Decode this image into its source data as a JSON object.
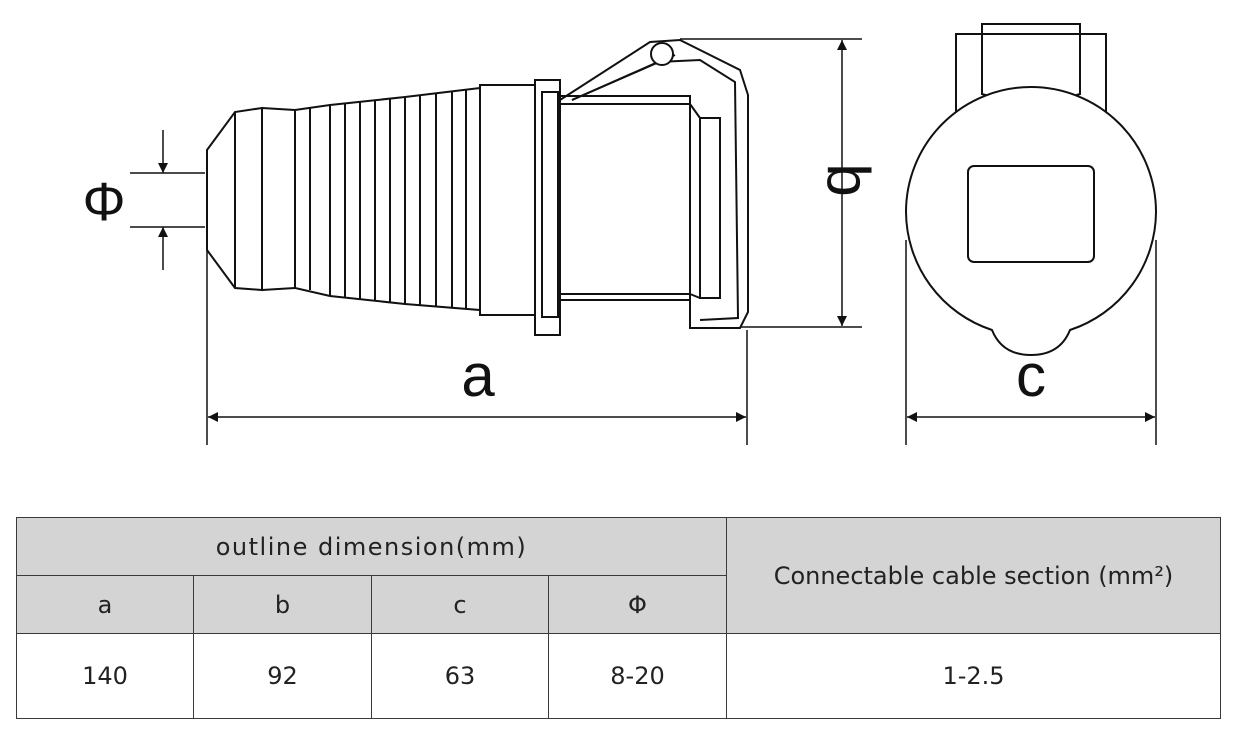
{
  "diagram": {
    "dimension_labels": {
      "a": "a",
      "b": "b",
      "c": "c",
      "phi": "Φ"
    }
  },
  "table": {
    "header_main": "outline dimension(mm)",
    "header_cable": "Connectable cable section (mm²)",
    "columns": [
      "a",
      "b",
      "c",
      "Φ"
    ],
    "values": [
      "140",
      "92",
      "63",
      "8-20"
    ],
    "cable_value": "1-2.5"
  }
}
